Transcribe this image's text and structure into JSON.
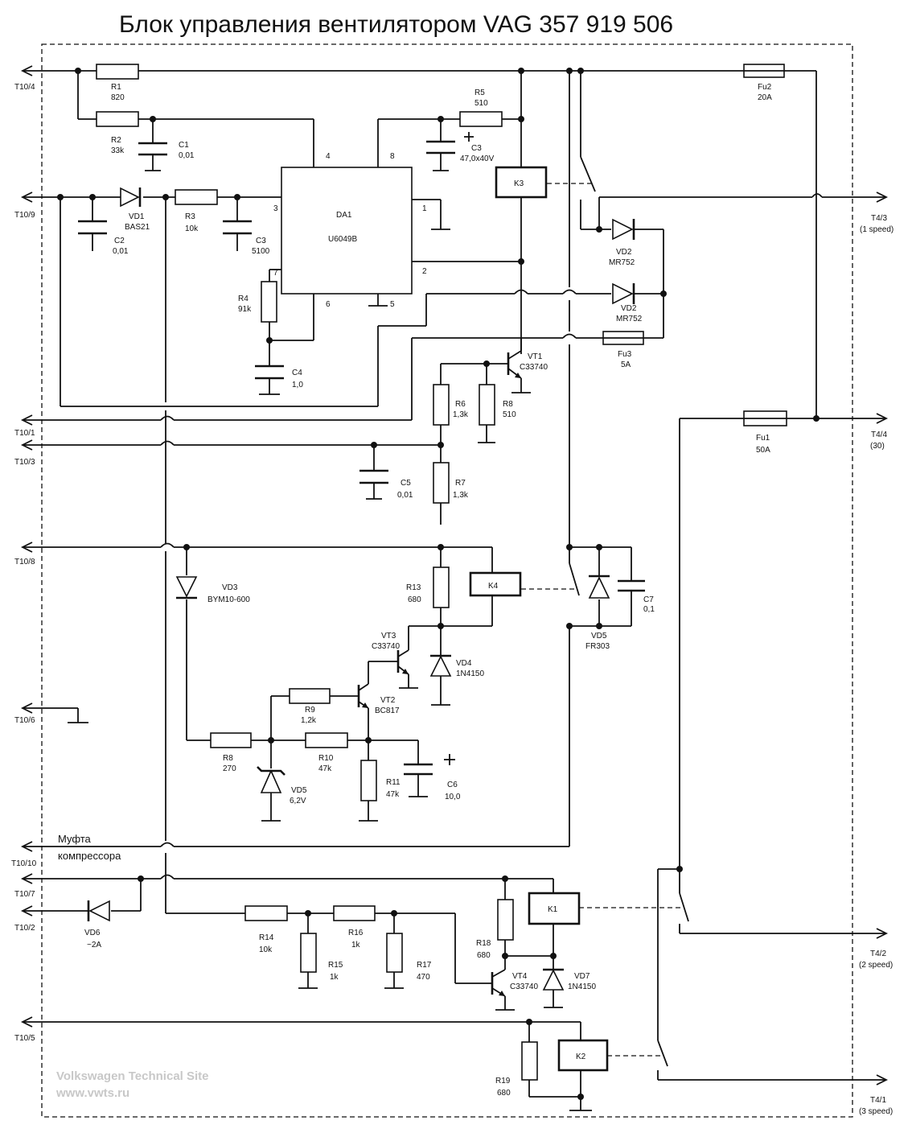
{
  "title": "Блок управления вентилятором VAG 357 919 506",
  "watermark": {
    "line1": "Volkswagen Technical Site",
    "line2": "www.vwts.ru"
  },
  "terminals": {
    "t10_4": "T10/4",
    "t10_9": "T10/9",
    "t10_1": "T10/1",
    "t10_3": "T10/3",
    "t10_8": "T10/8",
    "t10_6": "T10/6",
    "t10_10": "T10/10",
    "t10_7": "T10/7",
    "t10_2": "T10/2",
    "t10_5": "T10/5",
    "t4_3": "T4/3",
    "t4_3_note": "(1 speed)",
    "t4_4": "T4/4",
    "t4_4_note": "(30)",
    "t4_2": "T4/2",
    "t4_2_note": "(2 speed)",
    "t4_1": "T4/1",
    "t4_1_note": "(3 speed)"
  },
  "clutch_label": {
    "line1": "Муфта",
    "line2": "компрессора"
  },
  "ic": {
    "name": "DA1",
    "part": "U6049B",
    "pins": {
      "p1": "1",
      "p2": "2",
      "p3": "3",
      "p4": "4",
      "p5": "5",
      "p6": "6",
      "p7": "7",
      "p8": "8"
    }
  },
  "components": {
    "r1": {
      "name": "R1",
      "value": "820"
    },
    "r2": {
      "name": "R2",
      "value": "33k"
    },
    "r3": {
      "name": "R3",
      "value": "10k"
    },
    "r4": {
      "name": "R4",
      "value": "91k"
    },
    "r5": {
      "name": "R5",
      "value": "510"
    },
    "r6": {
      "name": "R6",
      "value": "1,3k"
    },
    "r7": {
      "name": "R7",
      "value": "1,3k"
    },
    "r8a": {
      "name": "R8",
      "value": "510"
    },
    "r8b": {
      "name": "R8",
      "value": "270"
    },
    "r9": {
      "name": "R9",
      "value": "1,2k"
    },
    "r10": {
      "name": "R10",
      "value": "47k"
    },
    "r11": {
      "name": "R11",
      "value": "47k"
    },
    "r13": {
      "name": "R13",
      "value": "680"
    },
    "r14": {
      "name": "R14",
      "value": "10k"
    },
    "r15": {
      "name": "R15",
      "value": "1k"
    },
    "r16": {
      "name": "R16",
      "value": "1k"
    },
    "r17": {
      "name": "R17",
      "value": "470"
    },
    "r18": {
      "name": "R18",
      "value": "680"
    },
    "r19": {
      "name": "R19",
      "value": "680"
    },
    "c1": {
      "name": "C1",
      "value": "0,01"
    },
    "c2": {
      "name": "C2",
      "value": "0,01"
    },
    "c3a": {
      "name": "C3",
      "value": "5100"
    },
    "c3b": {
      "name": "C3",
      "value": "47,0x40V"
    },
    "c4": {
      "name": "C4",
      "value": "1,0"
    },
    "c5": {
      "name": "C5",
      "value": "0,01"
    },
    "c6": {
      "name": "C6",
      "value": "10,0"
    },
    "c7": {
      "name": "C7",
      "value": "0,1"
    },
    "vd1": {
      "name": "VD1",
      "value": "BAS21"
    },
    "vd2a": {
      "name": "VD2",
      "value": "MR752"
    },
    "vd2b": {
      "name": "VD2",
      "value": "MR752"
    },
    "vd3": {
      "name": "VD3",
      "value": "BYM10-600"
    },
    "vd4": {
      "name": "VD4",
      "value": "1N4150"
    },
    "vd5z": {
      "name": "VD5",
      "value": "6,2V"
    },
    "vd5": {
      "name": "VD5",
      "value": "FR303"
    },
    "vd6": {
      "name": "VD6",
      "value": "~2A"
    },
    "vd7": {
      "name": "VD7",
      "value": "1N4150"
    },
    "vt1": {
      "name": "VT1",
      "value": "C33740"
    },
    "vt2": {
      "name": "VT2",
      "value": "BC817"
    },
    "vt3": {
      "name": "VT3",
      "value": "C33740"
    },
    "vt4": {
      "name": "VT4",
      "value": "C33740"
    },
    "fu1": {
      "name": "Fu1",
      "value": "50A"
    },
    "fu2": {
      "name": "Fu2",
      "value": "20A"
    },
    "fu3": {
      "name": "Fu3",
      "value": "5A"
    }
  },
  "relays": {
    "k1": "K1",
    "k2": "K2",
    "k3": "K3",
    "k4": "K4"
  }
}
